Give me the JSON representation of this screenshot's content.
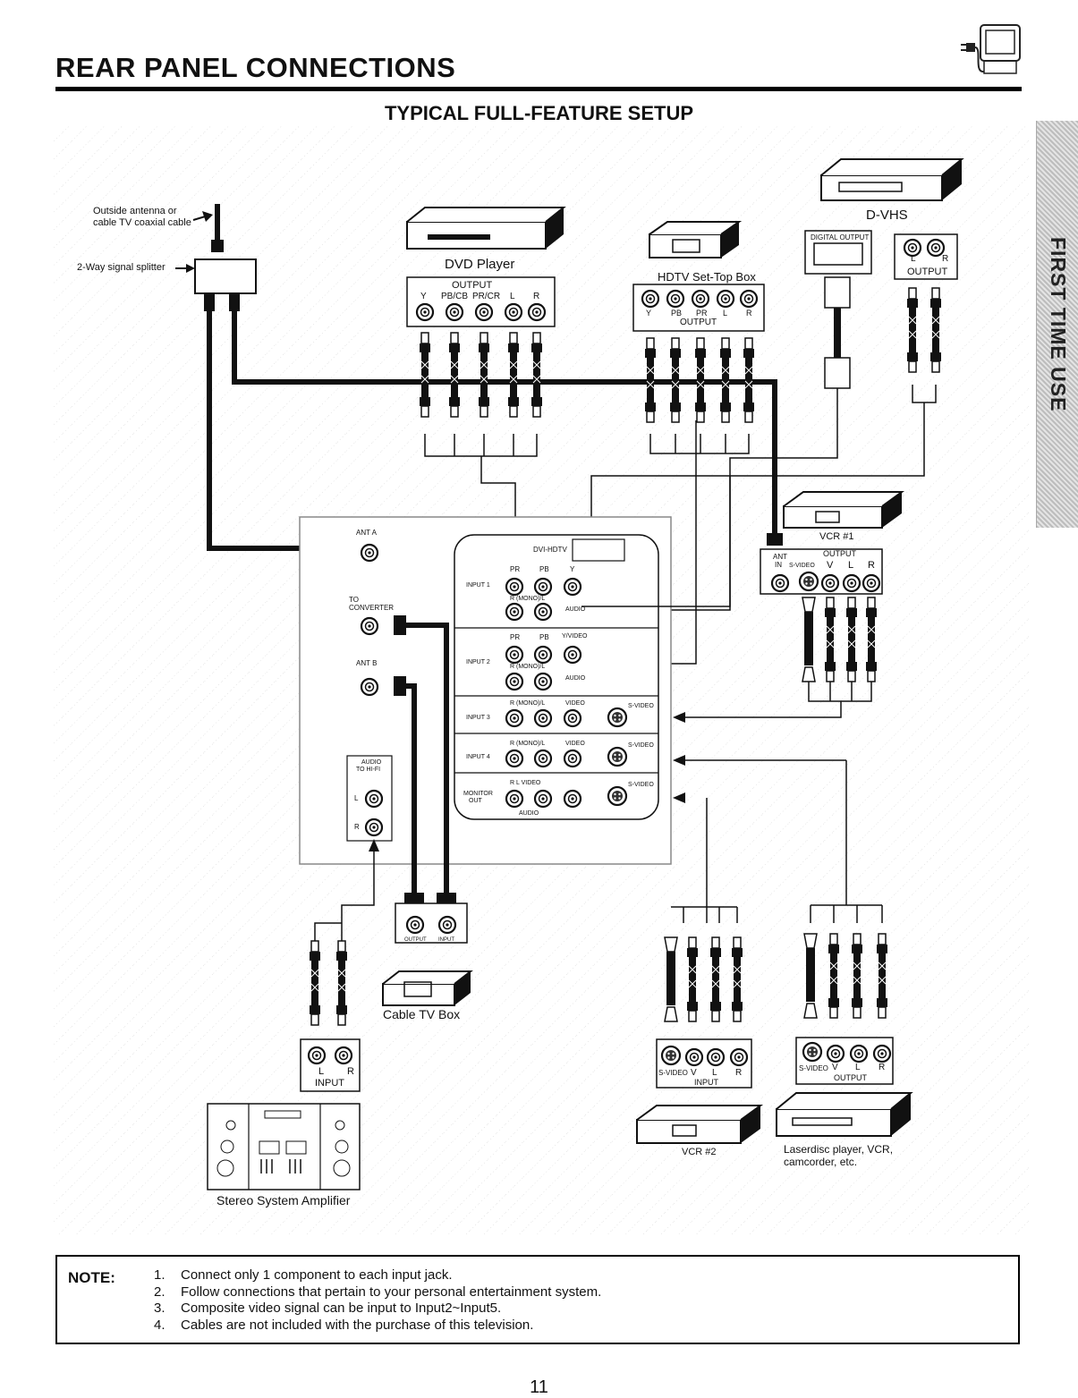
{
  "header": {
    "title": "REAR PANEL CONNECTIONS",
    "subtitle": "TYPICAL FULL-FEATURE SETUP",
    "side_tab": "FIRST TIME USE",
    "logo_icon": "tv-plug-icon"
  },
  "diagram": {
    "antenna_label_1": "Outside antenna or",
    "antenna_label_2": "cable TV coaxial cable",
    "splitter_label": "2-Way signal splitter",
    "dvd_label": "DVD Player",
    "dvd_output": "OUTPUT",
    "dvd_jacks": [
      "Y",
      "PB/CB",
      "PR/CR",
      "L",
      "R"
    ],
    "hdtv_label": "HDTV Set-Top Box",
    "hdtv_jacks": [
      "Y",
      "PB",
      "PR",
      "L",
      "R"
    ],
    "hdtv_output": "OUTPUT",
    "dvhs_label": "D-VHS",
    "dvhs_digital_output": "DIGITAL OUTPUT",
    "dvhs_jacks": [
      "L",
      "R"
    ],
    "dvhs_output": "OUTPUT",
    "vcr1_label": "VCR #1",
    "vcr1_output": "OUTPUT",
    "vcr1_ant": "ANT",
    "vcr1_in": "IN",
    "vcr1_jacks": [
      "S-VIDEO",
      "V",
      "L",
      "R"
    ],
    "panel": {
      "ant_a": "ANT A",
      "to_converter": "TO CONVERTER",
      "ant_b": "ANT B",
      "audio_to_hifi_1": "AUDIO",
      "audio_to_hifi_2": "TO HI-FI",
      "l": "L",
      "r": "R",
      "dvi": "DVI-HDTV",
      "input1": "INPUT 1",
      "input2": "INPUT 2",
      "input3": "INPUT 3",
      "input4": "INPUT 4",
      "monitor_out_1": "MONITOR",
      "monitor_out_2": "OUT",
      "pr": "PR",
      "pb": "PB",
      "y": "Y",
      "r_mono_l": "R  (MONO)/L",
      "audio": "AUDIO",
      "y_video": "Y/VIDEO",
      "video": "VIDEO",
      "s_video": "S-VIDEO",
      "r_l_video": "R    L    VIDEO",
      "audio_bracket": "AUDIO"
    },
    "cable_box_label": "Cable TV Box",
    "cable_box_output": "OUTPUT",
    "cable_box_input": "INPUT",
    "stereo_jacks": [
      "L",
      "R"
    ],
    "stereo_input": "INPUT",
    "stereo_label": "Stereo System Amplifier",
    "vcr2_jacks": [
      "S-VIDEO",
      "V",
      "L",
      "R"
    ],
    "vcr2_input": "INPUT",
    "vcr2_label": "VCR #2",
    "laser_jacks": [
      "S-VIDEO",
      "V",
      "L",
      "R"
    ],
    "laser_output": "OUTPUT",
    "laser_label_1": "Laserdisc player, VCR,",
    "laser_label_2": "camcorder, etc."
  },
  "note": {
    "label": "NOTE:",
    "items": [
      {
        "num": "1.",
        "text": "Connect only 1 component to each input jack."
      },
      {
        "num": "2.",
        "text": "Follow connections that pertain to your personal entertainment system."
      },
      {
        "num": "3.",
        "text": "Composite video signal can be input to Input2~Input5."
      },
      {
        "num": "4.",
        "text": "Cables are not included with the purchase of this television."
      }
    ]
  },
  "page_number": "11"
}
